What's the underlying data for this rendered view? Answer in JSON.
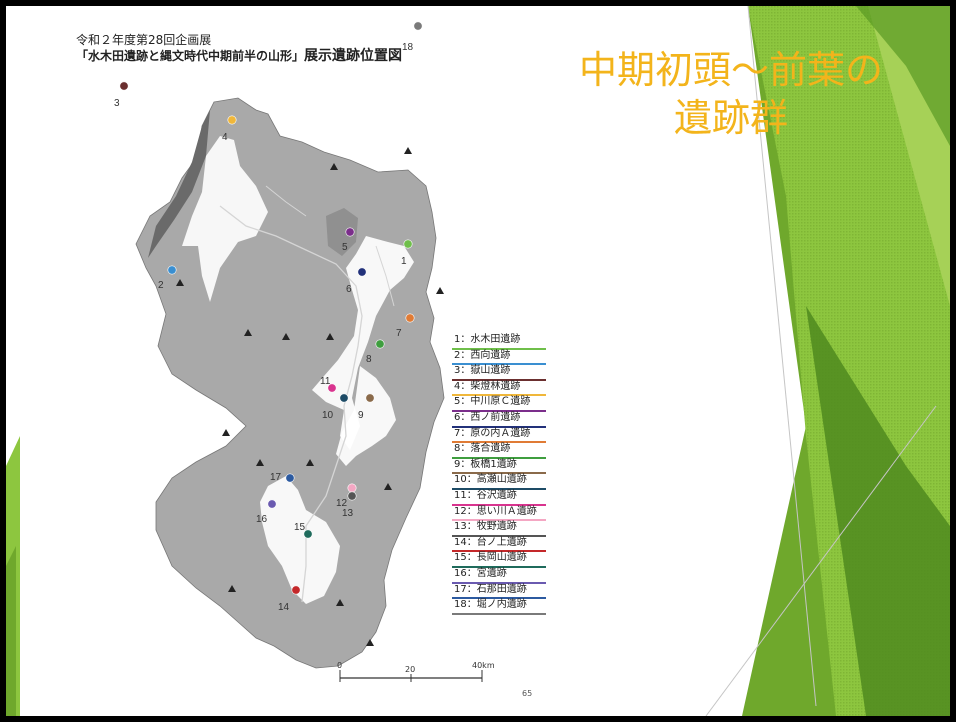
{
  "slide": {
    "heading_line1": "中期初頭～前葉の",
    "heading_line2": "遺跡群",
    "caption_line1": "令和２年度第28回企画展",
    "caption_line2a": "「水木田遺跡と縄文時代中期前半の山形」",
    "caption_line2b": "展示遺跡位置図",
    "page_number": "65"
  },
  "scale_bar": {
    "zero": "0",
    "mid": "20",
    "end": "40km"
  },
  "legend": [
    {
      "text": "1：水木田遺跡",
      "color": "#6fbf4a"
    },
    {
      "text": "2：西向遺跡",
      "color": "#3a8fd1"
    },
    {
      "text": "3：嶽山遺跡",
      "color": "#6b2f2f"
    },
    {
      "text": "4：柴燈林遺跡",
      "color": "#f0b73a"
    },
    {
      "text": "5：中川原Ｃ遺跡",
      "color": "#7b2e8b"
    },
    {
      "text": "6：西ノ前遺跡",
      "color": "#22317a"
    },
    {
      "text": "7：原の内Ａ遺跡",
      "color": "#e07b35"
    },
    {
      "text": "8：落合遺跡",
      "color": "#3f9e3f"
    },
    {
      "text": "9：板橋1遺跡",
      "color": "#8a6a4a"
    },
    {
      "text": "10：高瀬山遺跡",
      "color": "#1d4b66"
    },
    {
      "text": "11：谷沢遺跡",
      "color": "#d9348f"
    },
    {
      "text": "12：思い川Ａ遺跡",
      "color": "#f4a7c3"
    },
    {
      "text": "13：牧野遺跡",
      "color": "#555555"
    },
    {
      "text": "14：台ノ上遺跡",
      "color": "#c4282a"
    },
    {
      "text": "15：長岡山遺跡",
      "color": "#1f6b5c"
    },
    {
      "text": "16：宮遺跡",
      "color": "#6a5ab0"
    },
    {
      "text": "17：石那田遺跡",
      "color": "#2c5aa0"
    },
    {
      "text": "18：堀ノ内遺跡",
      "color": "#7a7a7a"
    }
  ],
  "sites": [
    {
      "label": "1",
      "color": "#6fbf4a"
    },
    {
      "label": "2",
      "color": "#3a8fd1"
    },
    {
      "label": "3",
      "color": "#6b2f2f"
    },
    {
      "label": "4",
      "color": "#f0b73a"
    },
    {
      "label": "5",
      "color": "#7b2e8b"
    },
    {
      "label": "6",
      "color": "#22317a"
    },
    {
      "label": "7",
      "color": "#e07b35"
    },
    {
      "label": "8",
      "color": "#3f9e3f"
    },
    {
      "label": "9",
      "color": "#8a6a4a"
    },
    {
      "label": "10",
      "color": "#1d4b66"
    },
    {
      "label": "11",
      "color": "#d9348f"
    },
    {
      "label": "12",
      "color": "#f4a7c3"
    },
    {
      "label": "13",
      "color": "#555555"
    },
    {
      "label": "14",
      "color": "#c4282a"
    },
    {
      "label": "15",
      "color": "#1f6b5c"
    },
    {
      "label": "16",
      "color": "#6a5ab0"
    },
    {
      "label": "17",
      "color": "#2c5aa0"
    },
    {
      "label": "18",
      "color": "#7a7a7a"
    }
  ],
  "theme": {
    "accent_green": "#8dc63f",
    "dark_green": "#4f8a1e",
    "title_color": "#f3b41b",
    "land_gray": "#a9a9a9"
  }
}
